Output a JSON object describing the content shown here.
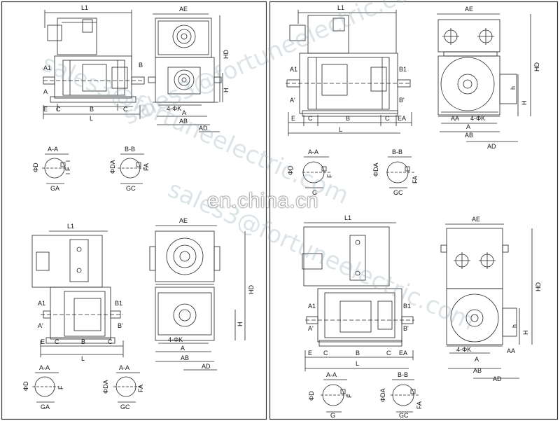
{
  "watermark": {
    "center": "en.china.cn",
    "diagonal": [
      "sales3@fortuneelectric.com",
      "sales3@fortuneelectric.com",
      "sales3@fortuneelectric.com"
    ]
  },
  "drawings": {
    "tl": {
      "side": {
        "L1": "L1",
        "A1": "A1",
        "A": "A",
        "B": "B",
        "E": "E",
        "C": "C",
        "Bm": "B",
        "C2": "C",
        "L": "L"
      },
      "front": {
        "AE": "AE",
        "HD": "HD",
        "H": "H",
        "K": "4-ΦK",
        "Adim": "A",
        "AB": "AB",
        "AD": "AD"
      },
      "sec1": {
        "title": "A-A",
        "dia": "ΦD",
        "f": "F",
        "g": "GA"
      },
      "sec2": {
        "title": "B-B",
        "dia": "ΦDA",
        "f": "FA",
        "g": "GC"
      }
    },
    "tr": {
      "side": {
        "L1": "L1",
        "A1": "A1",
        "B1": "B1",
        "A": "A'",
        "B": "B'",
        "E": "E",
        "C": "C",
        "Bm": "B",
        "C2": "C",
        "EA": "EA",
        "L": "L"
      },
      "front": {
        "AE": "AE",
        "HD": "HD",
        "h": "h",
        "H": "H",
        "AA": "AA",
        "K": "4-ΦK",
        "Adim": "A",
        "AB": "AB",
        "AD": "AD"
      },
      "sec1": {
        "title": "A-A",
        "dia": "ΦD",
        "f": "F",
        "g": "G"
      },
      "sec2": {
        "title": "B-B",
        "dia": "ΦDA",
        "f": "FA",
        "g": "GC"
      }
    },
    "bl": {
      "side": {
        "L1": "L1",
        "A1": "A1",
        "B1": "B1",
        "A": "A'",
        "B": "B'",
        "E": "E",
        "C": "C",
        "Bm": "B",
        "C2": "C",
        "L": "L"
      },
      "front": {
        "AE": "AE",
        "HD": "HD",
        "H": "H",
        "K": "4-ΦK",
        "Adim": "A",
        "AB": "AB",
        "AD": "AD"
      },
      "sec1": {
        "title": "A-A",
        "dia": "ΦD",
        "f": "F",
        "g": "GA"
      },
      "sec2": {
        "title": "A-A",
        "dia": "ΦDA",
        "f": "FA",
        "g": "GC"
      }
    },
    "br": {
      "side": {
        "L1": "L1",
        "A1": "A1",
        "B1": "B1",
        "A": "A'",
        "B": "B'",
        "E": "E",
        "C": "C",
        "Bm": "B",
        "C2": "C",
        "EA": "EA",
        "L": "L"
      },
      "front": {
        "AE": "AE",
        "HD": "HD",
        "h": "h",
        "H": "H",
        "AA": "AA",
        "K": "4-ΦK",
        "Adim": "A",
        "AB": "AB",
        "AD": "AD"
      },
      "sec1": {
        "title": "A-A",
        "dia": "ΦD",
        "f": "F",
        "g": "G"
      },
      "sec2": {
        "title": "B-B",
        "dia": "ΦDA",
        "f": "FA",
        "g": "GC"
      }
    }
  }
}
